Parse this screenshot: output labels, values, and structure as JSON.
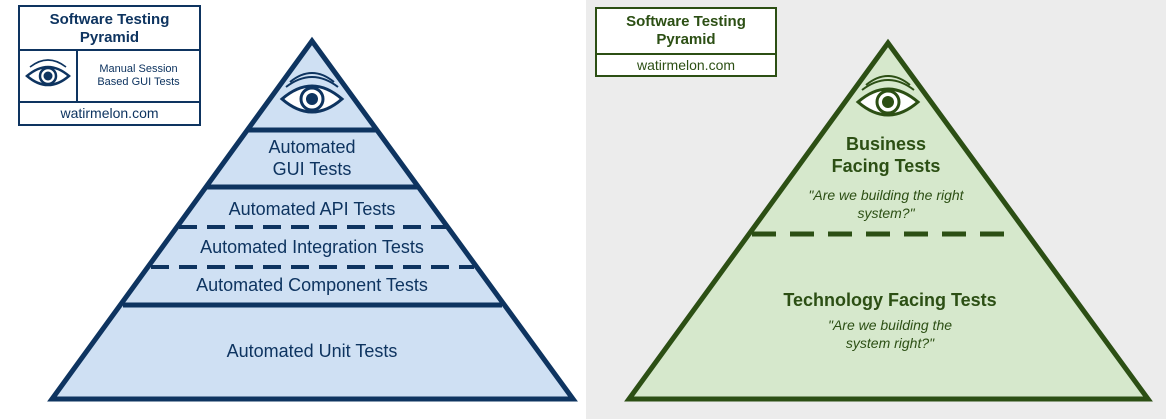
{
  "left": {
    "legend": {
      "title": "Software Testing\nPyramid",
      "description": "Manual Session\nBased GUI Tests",
      "site": "watirmelon.com",
      "icon": "eye-icon"
    },
    "apex_icon": "eye-icon",
    "tiers": [
      "Automated\nGUI Tests",
      "Automated API Tests",
      "Automated Integration Tests",
      "Automated Component Tests",
      "Automated Unit Tests"
    ],
    "colors": {
      "fill": "#cfe0f3",
      "stroke": "#0e3460"
    }
  },
  "right": {
    "legend": {
      "title": "Software Testing\nPyramid",
      "site": "watirmelon.com"
    },
    "apex_icon": "eye-icon",
    "sections": [
      {
        "heading": "Business\nFacing Tests",
        "question": "\"Are we building the right\nsystem?\""
      },
      {
        "heading": "Technology Facing Tests",
        "question": "\"Are we building the\nsystem right?\""
      }
    ],
    "colors": {
      "fill": "#d6e8cc",
      "stroke": "#2c4f14"
    }
  }
}
